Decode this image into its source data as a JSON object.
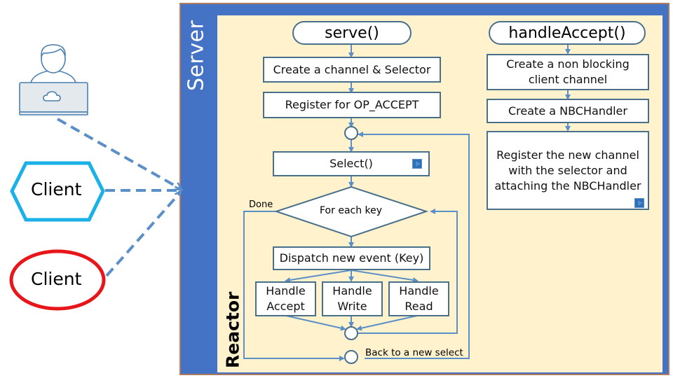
{
  "left": {
    "user_icon": "person-laptop-icon",
    "clients": [
      {
        "label": "Client",
        "shape": "hexagon",
        "color": "#1ab0e8"
      },
      {
        "label": "Client",
        "shape": "ellipse",
        "color": "#e8161a"
      }
    ],
    "connector_color": "#5b8fc7"
  },
  "server": {
    "title": "Server",
    "frame_color": "#4472c4",
    "background_color": "#fff2cc",
    "reactor_label": "Reactor"
  },
  "serve_flow": {
    "start": "serve()",
    "steps": [
      "Create a channel & Selector",
      "Register for OP_ACCEPT"
    ],
    "select": "Select()",
    "decision": "For each key",
    "done_label": "Done",
    "dispatch": "Dispatch new event (Key)",
    "handlers": [
      {
        "line1": "Handle",
        "line2": "Accept"
      },
      {
        "line1": "Handle",
        "line2": "Write"
      },
      {
        "line1": "Handle",
        "line2": "Read"
      }
    ],
    "back_label": "Back to a new select"
  },
  "accept_flow": {
    "start": "handleAccept()",
    "steps": [
      {
        "line1": "Create a non blocking",
        "line2": "client channel"
      },
      {
        "line1": "Create a NBCHandler"
      },
      {
        "line1": "Register the new channel",
        "line2": "with the selector and",
        "line3": "attaching the NBCHandler"
      }
    ]
  },
  "icons": {
    "play_select": "play-button-icon",
    "play_register": "play-button-icon"
  }
}
